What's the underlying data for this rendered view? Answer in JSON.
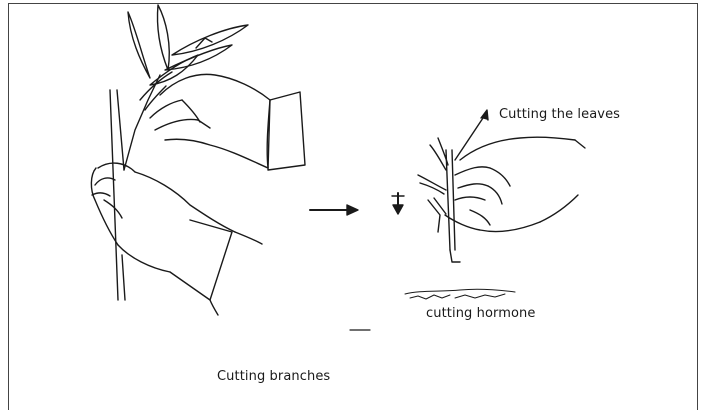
{
  "labels": {
    "cutting_leaves": "Cutting the leaves",
    "cutting_hormone": "cutting hormone",
    "cutting_branches": "Cutting branches"
  },
  "icons": {
    "left_scene": "hand-holding-branch-icon",
    "process_arrow": "arrow-right-icon",
    "right_scene": "hand-trimming-cutting-icon"
  },
  "colors": {
    "ink": "#1a1a1a",
    "background": "#ffffff",
    "border": "#444444"
  }
}
